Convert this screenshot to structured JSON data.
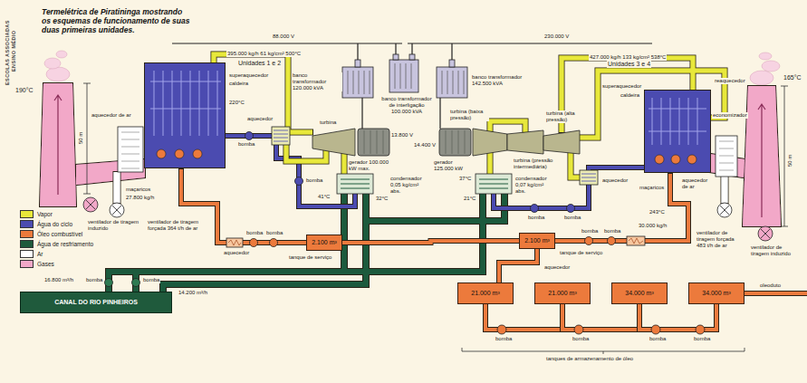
{
  "diagram": {
    "title": "Termelétrica de Piratininga mostrando os esquemas de funcionamento de suas duas primeiras unidades.",
    "nodes": [
      {
        "text": [
          "2.100 m³"
        ]
      },
      {
        "text": [
          "2.100 m³"
        ]
      },
      {
        "text": [
          "CANAL DO RIO PINHEIROS"
        ]
      },
      {
        "text": [
          "21.000 m³"
        ]
      },
      {
        "text": [
          "21.000 m³"
        ]
      },
      {
        "text": [
          "34.000 m³"
        ]
      },
      {
        "text": [
          "34.000 m³"
        ]
      }
    ],
    "edges": [
      {
        "from": 0,
        "to": 1,
        "arrow": "none"
      },
      {
        "from": 3,
        "to": 1,
        "arrow": "none"
      },
      {
        "from": 3,
        "to": 4,
        "arrow": "none"
      },
      {
        "from": 4,
        "to": 5,
        "arrow": "none"
      },
      {
        "from": 5,
        "to": 6,
        "arrow": "none"
      }
    ],
    "labels": [
      "ESCOLAS ASSOCIADAS",
      "ENSINO MÉDIO",
      "88.000 V",
      "230.000 V",
      "Unidades 1 e 2",
      "Unidades 3 e 4",
      "190°C",
      "50 m",
      "aquecedor de ar",
      "395.000 kg/h 61 kg/cm² 500°C",
      "superaquecedor",
      "caldeira",
      "220°C",
      "banco transformador 120.000 kVA",
      "banco transformador de interligação 100.000 kVA",
      "banco transformador 142.500 kVA",
      "turbina",
      "aquecedor",
      "bomba",
      "13.800 V",
      "14.400 V",
      "gerador 100.000 kW max.",
      "gerador 125.000 kW",
      "32°C",
      "37°C",
      "condensador 0,05 kg/cm² abs.",
      "41°C",
      "bomba",
      "21°C",
      "turbina (baixa pressão)",
      "427.000 kg/h 133 kg/cm² 538°C",
      "reaquecedor",
      "superaquecedor",
      "caldeira",
      "economizador",
      "turbina (alta pressão)",
      "turbina (pressão intermediária)",
      "aquecedor",
      "condensador 0,07 kg/cm² abs.",
      "bomba",
      "bomba",
      "aquecedor de ar",
      "maçaricos",
      "243°C",
      "30.000 kg/h",
      "ventilador de tiragem forçada 483 t/h de ar",
      "ventilador de tiragem induzido",
      "165°C",
      "50 m",
      "maçaricos",
      "27.800 kg/h",
      "ventilador de tiragem induzido",
      "ventilador de tiragem forçada 364 t/h de ar",
      "bomba",
      "bomba",
      "aquecedor",
      "tanque de serviço",
      "bomba",
      "bomba",
      "tanque de serviço",
      "aquecedor",
      "16.800 m³/h",
      "bomba",
      "bomba",
      "14.200 m³/h",
      "oleoduto",
      "bomba",
      "bomba",
      "bomba",
      "bomba",
      "tanques de armazenamento de óleo"
    ],
    "legend": [
      {
        "text": "Vapor",
        "color": "#e8e83a"
      },
      {
        "text": "Água do ciclo",
        "color": "#4c4cb0"
      },
      {
        "text": "Óleo combustível",
        "color": "#ec7a3c"
      },
      {
        "text": "Água de resfriamento",
        "color": "#1f5a3c"
      },
      {
        "text": "Ar",
        "color": "#ffffff"
      },
      {
        "text": "Gases",
        "color": "#f2a8c8"
      }
    ]
  }
}
